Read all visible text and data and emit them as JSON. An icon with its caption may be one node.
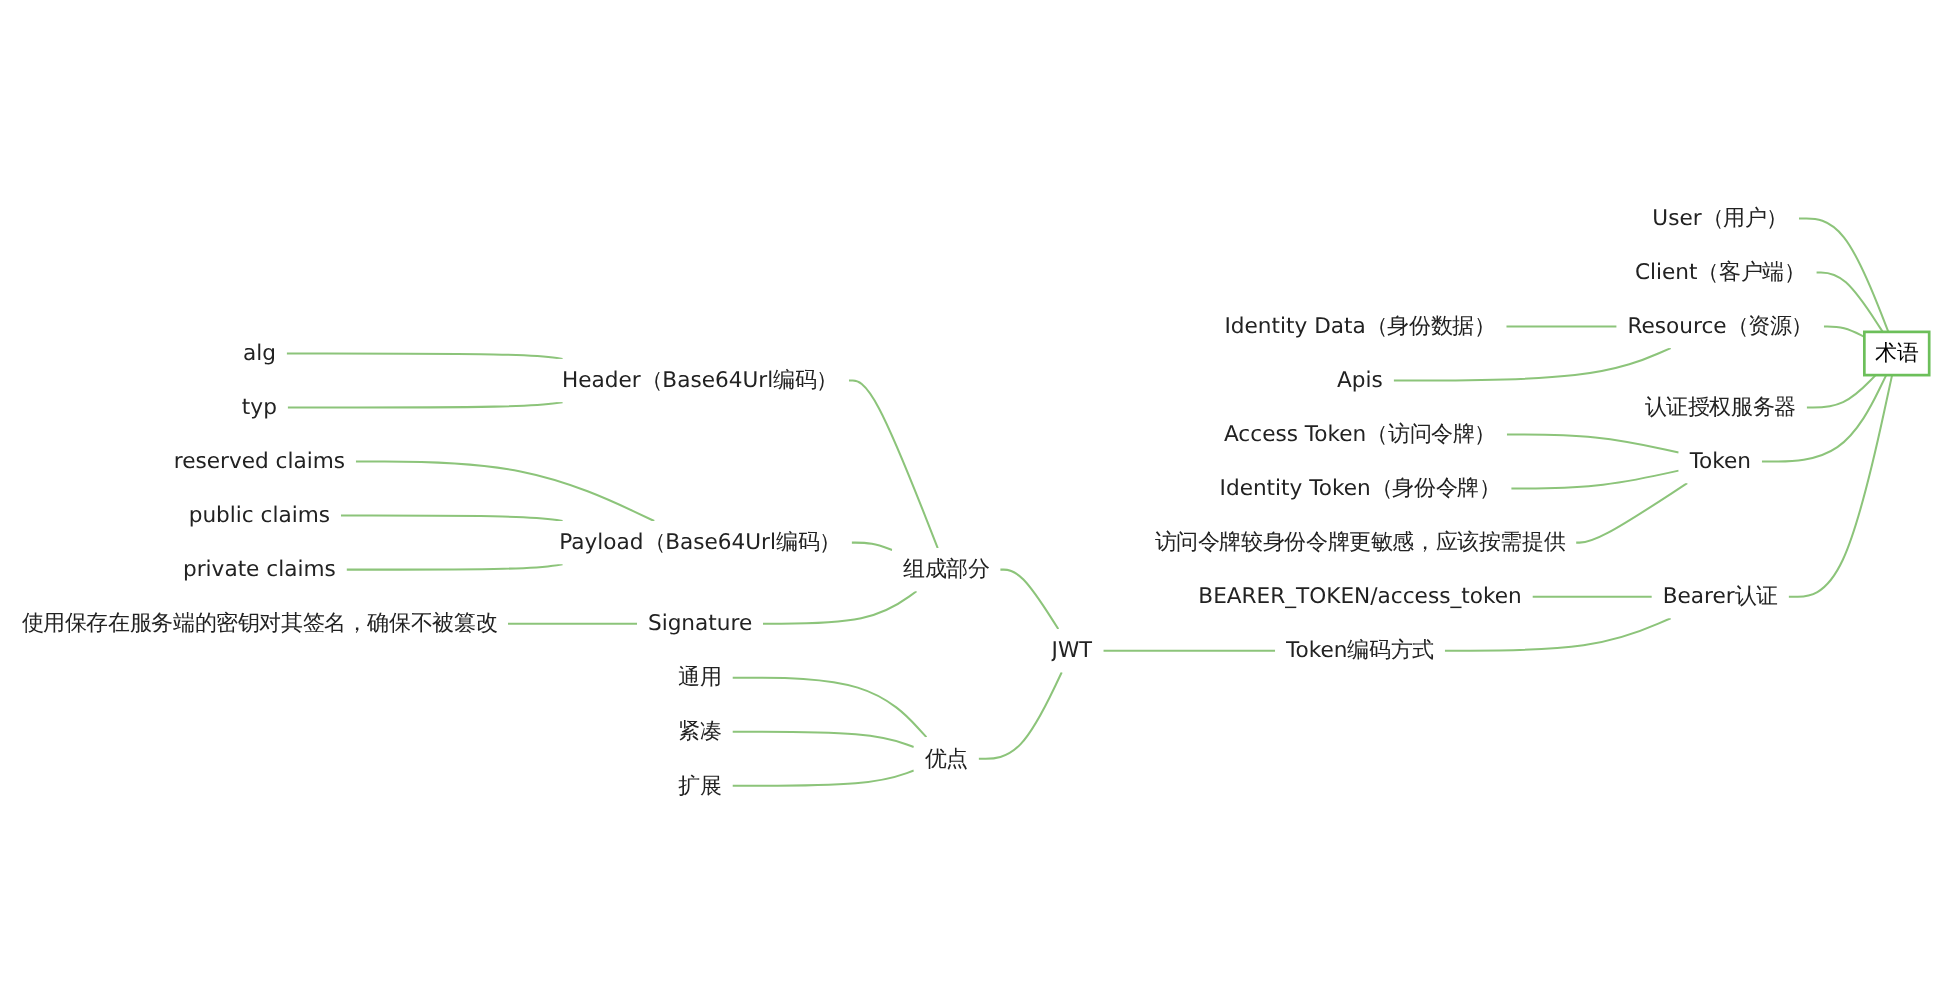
{
  "diagram": {
    "nodes": [
      {
        "text": [
          "术语"
        ]
      },
      {
        "text": [
          "User（用户）"
        ]
      },
      {
        "text": [
          "Client（客户端）"
        ]
      },
      {
        "text": [
          "Resource（资源）"
        ]
      },
      {
        "text": [
          "Identity Data（身份数据）"
        ]
      },
      {
        "text": [
          "Apis"
        ]
      },
      {
        "text": [
          "认证授权服务器"
        ]
      },
      {
        "text": [
          "Token"
        ]
      },
      {
        "text": [
          "Access Token（访问令牌）"
        ]
      },
      {
        "text": [
          "Identity Token（身份令牌）"
        ]
      },
      {
        "text": [
          "访问令牌较身份令牌更敏感，应该按需提供"
        ]
      },
      {
        "text": [
          "Bearer认证"
        ]
      },
      {
        "text": [
          "BEARER_TOKEN/access_token"
        ]
      },
      {
        "text": [
          "Token编码方式"
        ]
      },
      {
        "text": [
          "JWT"
        ]
      },
      {
        "text": [
          "组成部分"
        ]
      },
      {
        "text": [
          "Header（Base64Url编码）"
        ]
      },
      {
        "text": [
          "alg"
        ]
      },
      {
        "text": [
          "typ"
        ]
      },
      {
        "text": [
          "Payload（Base64Url编码）"
        ]
      },
      {
        "text": [
          "reserved claims"
        ]
      },
      {
        "text": [
          "public claims"
        ]
      },
      {
        "text": [
          "private claims"
        ]
      },
      {
        "text": [
          "Signature"
        ]
      },
      {
        "text": [
          "使用保存在服务端的密钥对其签名，确保不被篡改"
        ]
      },
      {
        "text": [
          "优点"
        ]
      },
      {
        "text": [
          "通用"
        ]
      },
      {
        "text": [
          "紧凑"
        ]
      },
      {
        "text": [
          "扩展"
        ]
      }
    ],
    "edges": [
      {
        "from": 0,
        "to": 1,
        "arrow": "none"
      },
      {
        "from": 0,
        "to": 2,
        "arrow": "none"
      },
      {
        "from": 0,
        "to": 3,
        "arrow": "none"
      },
      {
        "from": 3,
        "to": 4,
        "arrow": "none"
      },
      {
        "from": 3,
        "to": 5,
        "arrow": "none"
      },
      {
        "from": 0,
        "to": 6,
        "arrow": "none"
      },
      {
        "from": 0,
        "to": 7,
        "arrow": "none"
      },
      {
        "from": 7,
        "to": 8,
        "arrow": "none"
      },
      {
        "from": 7,
        "to": 9,
        "arrow": "none"
      },
      {
        "from": 7,
        "to": 10,
        "arrow": "none"
      },
      {
        "from": 0,
        "to": 11,
        "arrow": "none"
      },
      {
        "from": 11,
        "to": 12,
        "arrow": "none"
      },
      {
        "from": 11,
        "to": 13,
        "arrow": "none"
      },
      {
        "from": 13,
        "to": 14,
        "arrow": "none"
      },
      {
        "from": 14,
        "to": 15,
        "arrow": "none"
      },
      {
        "from": 15,
        "to": 16,
        "arrow": "none"
      },
      {
        "from": 16,
        "to": 17,
        "arrow": "none"
      },
      {
        "from": 16,
        "to": 18,
        "arrow": "none"
      },
      {
        "from": 15,
        "to": 19,
        "arrow": "none"
      },
      {
        "from": 19,
        "to": 20,
        "arrow": "none"
      },
      {
        "from": 19,
        "to": 21,
        "arrow": "none"
      },
      {
        "from": 19,
        "to": 22,
        "arrow": "none"
      },
      {
        "from": 15,
        "to": 23,
        "arrow": "none"
      },
      {
        "from": 23,
        "to": 24,
        "arrow": "none"
      },
      {
        "from": 14,
        "to": 25,
        "arrow": "none"
      },
      {
        "from": 25,
        "to": 26,
        "arrow": "none"
      },
      {
        "from": 25,
        "to": 27,
        "arrow": "none"
      },
      {
        "from": 25,
        "to": 28,
        "arrow": "none"
      }
    ]
  }
}
